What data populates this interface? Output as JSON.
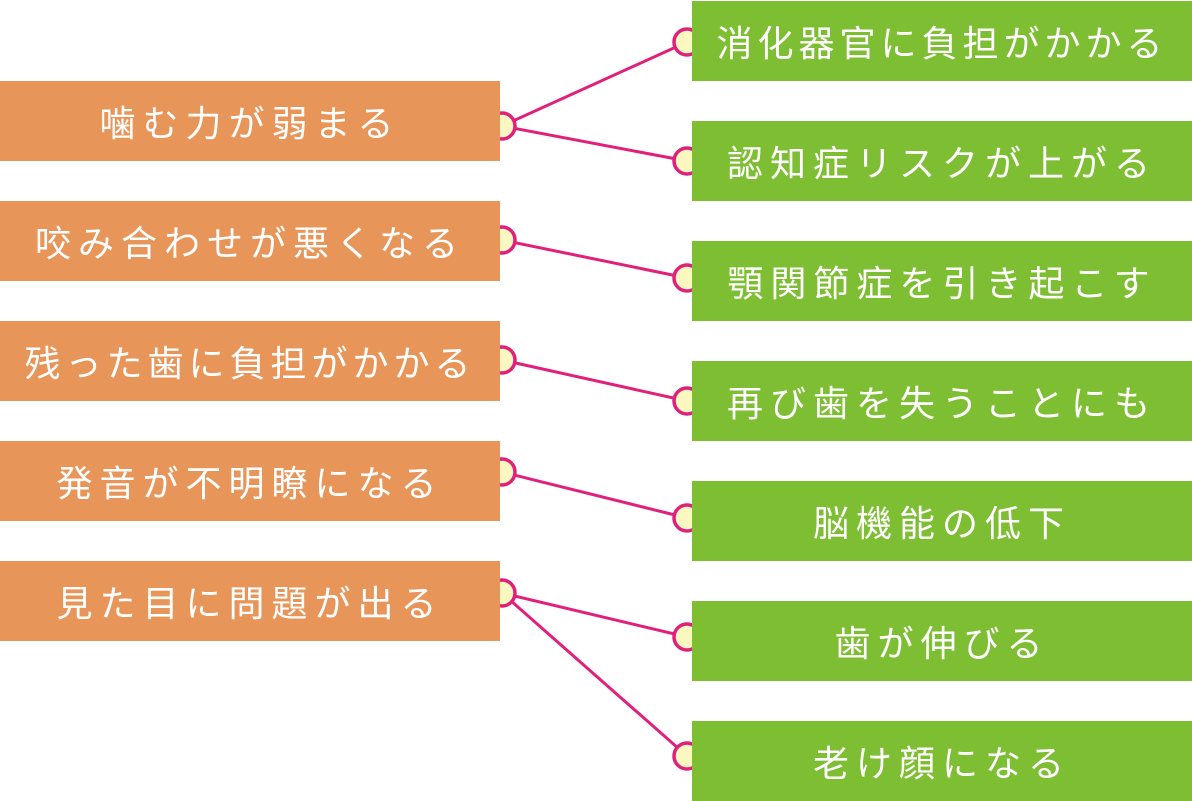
{
  "causes": [
    {
      "label": "噛む力が弱まる"
    },
    {
      "label": "咬み合わせが悪くなる"
    },
    {
      "label": "残った歯に負担がかかる"
    },
    {
      "label": "発音が不明瞭になる"
    },
    {
      "label": "見た目に問題が出る"
    }
  ],
  "effects": [
    {
      "label": "消化器官に負担がかかる"
    },
    {
      "label": "認知症リスクが上がる"
    },
    {
      "label": "顎関節症を引き起こす"
    },
    {
      "label": "再び歯を失うことにも"
    },
    {
      "label": "脳機能の低下"
    },
    {
      "label": "歯が伸びる"
    },
    {
      "label": "老け顔になる"
    }
  ],
  "links": [
    {
      "from": 0,
      "to": 0
    },
    {
      "from": 0,
      "to": 1
    },
    {
      "from": 1,
      "to": 2
    },
    {
      "from": 2,
      "to": 3
    },
    {
      "from": 3,
      "to": 4
    },
    {
      "from": 4,
      "to": 5
    },
    {
      "from": 4,
      "to": 6
    }
  ],
  "colors": {
    "cause_box": "#e8955a",
    "effect_box": "#7ebe33",
    "connector": "#e0207a",
    "node_fill": "#fbf7c0"
  }
}
